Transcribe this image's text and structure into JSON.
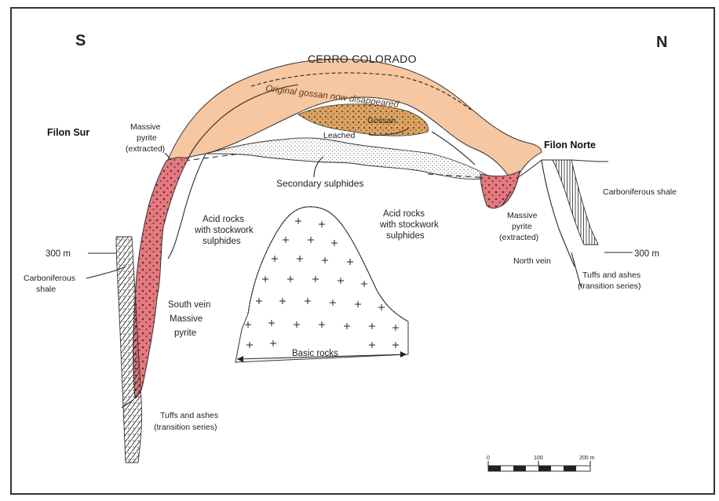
{
  "diagram": {
    "compass_south": "S",
    "compass_north": "N",
    "title": "CERRO COLORADO",
    "gossan_text": "Original gossan now disappeared",
    "gossan_small": "Gossan",
    "leached": "Leached",
    "secondary_sulphides": "Secondary sulphides",
    "filon_sur": "Filon Sur",
    "filon_norte": "Filon Norte",
    "massive_pyrite_left": [
      "Massive",
      "pyrite",
      "(extracted)"
    ],
    "massive_pyrite_right": [
      "Massive",
      "pyrite",
      "(extracted)"
    ],
    "acid_rocks_left": [
      "Acid rocks",
      "with stockwork",
      "sulphides"
    ],
    "acid_rocks_right": [
      "Acid rocks",
      "with stockwork",
      "sulphides"
    ],
    "carboniferous_shale_left": [
      "Carboniferous",
      "shale"
    ],
    "carboniferous_shale_right": "Carboniferous shale",
    "depth_left": "300 m",
    "depth_right": "300 m",
    "south_vein": [
      "South vein",
      "Massive",
      "pyrite"
    ],
    "north_vein": "North vein",
    "tuffs_left": [
      "Tuffs and ashes",
      "(transition series)"
    ],
    "tuffs_right": [
      "Tuffs and ashes",
      "(transition series)"
    ],
    "basic_rocks": "Basic rocks",
    "scale": {
      "t0": "0",
      "t1": "100",
      "t2": "200 m"
    },
    "colors": {
      "gossan": "#f6c7a0",
      "pyrite": "#e47a80",
      "gossan_core": "#d9a15c"
    }
  }
}
